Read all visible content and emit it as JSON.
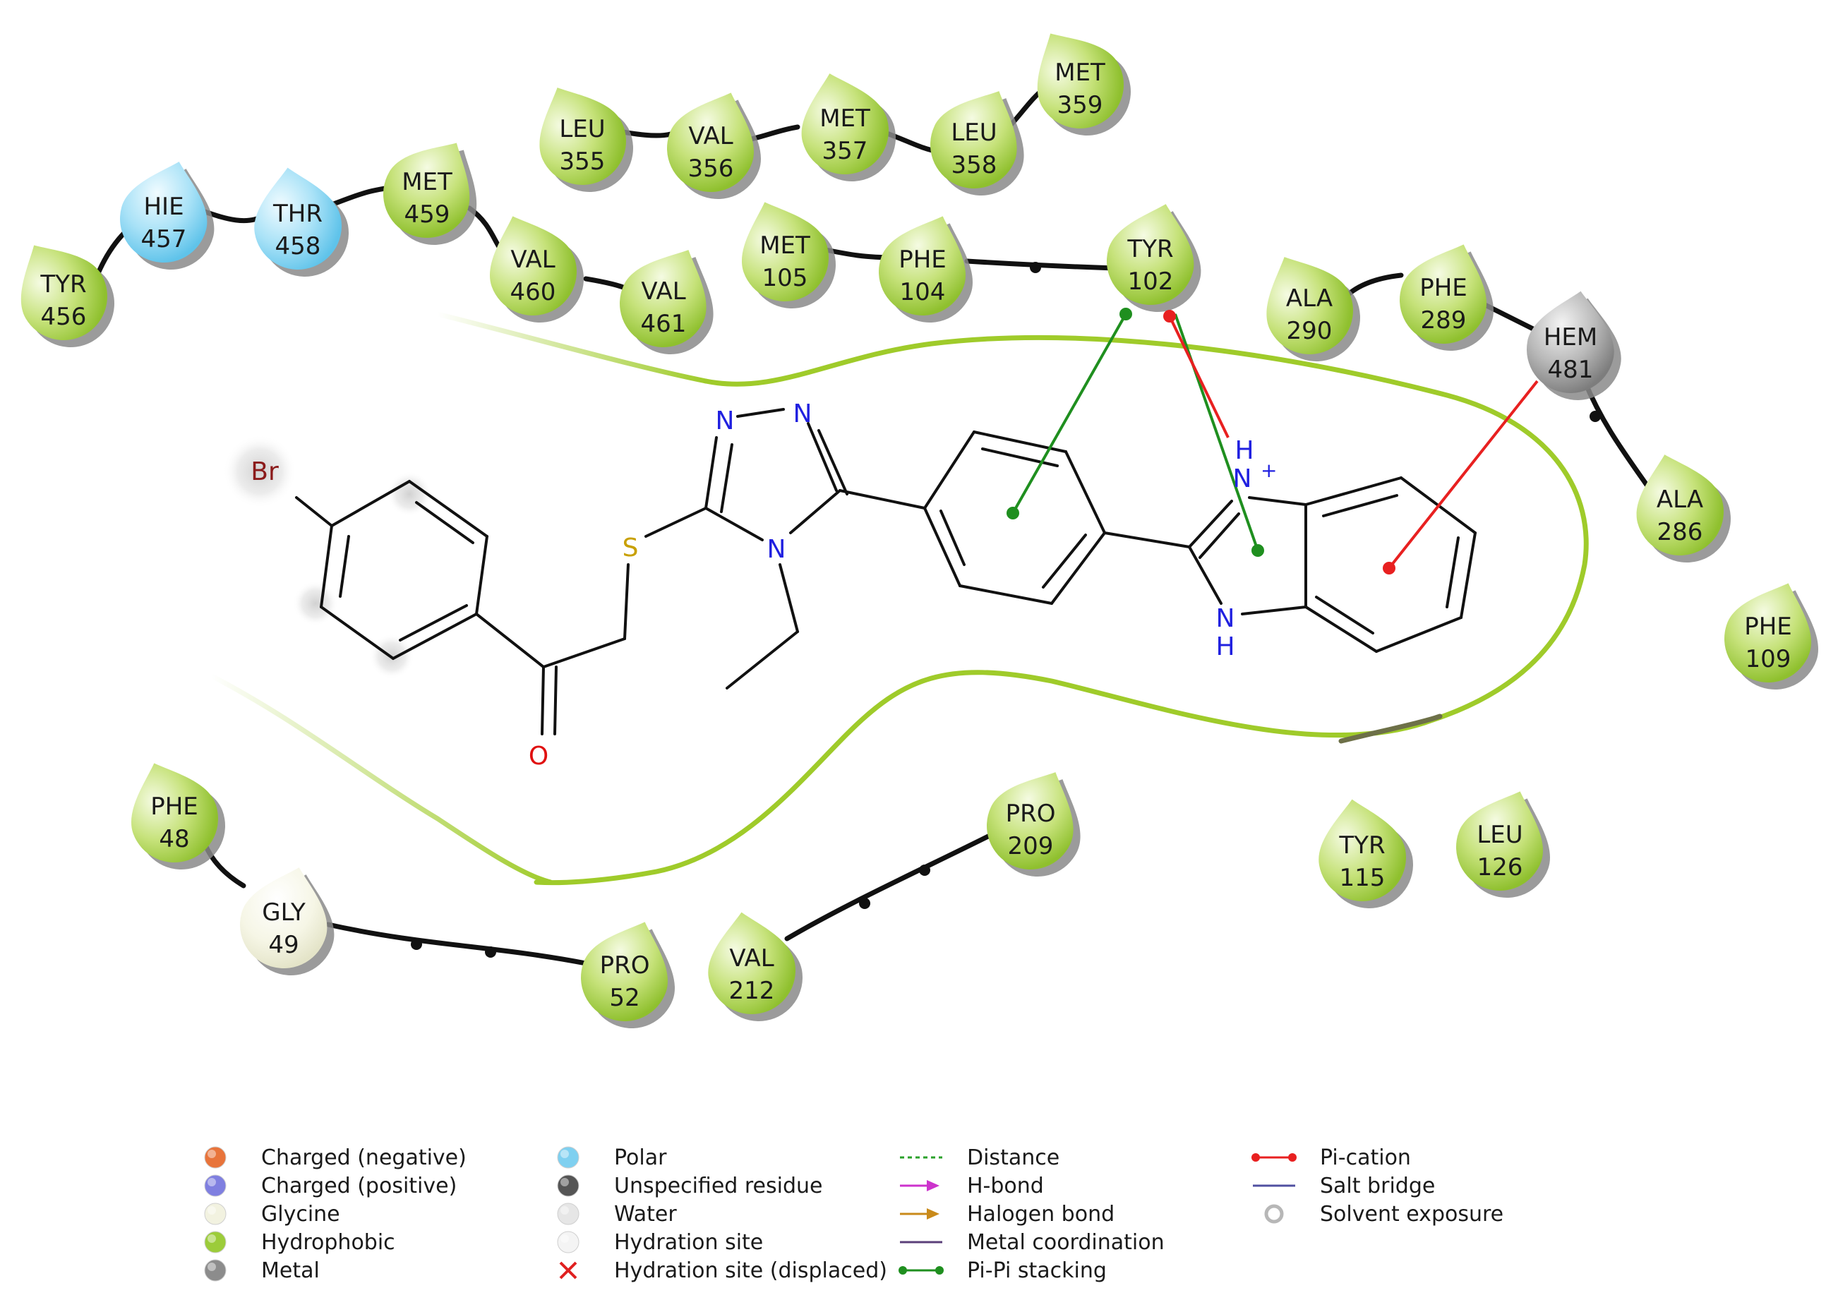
{
  "residues": [
    {
      "id": "tyr456",
      "name": "TYR",
      "num": "456",
      "type": "hydrophobic"
    },
    {
      "id": "hie457",
      "name": "HIE",
      "num": "457",
      "type": "polar"
    },
    {
      "id": "thr458",
      "name": "THR",
      "num": "458",
      "type": "polar"
    },
    {
      "id": "met459",
      "name": "MET",
      "num": "459",
      "type": "hydrophobic"
    },
    {
      "id": "val460",
      "name": "VAL",
      "num": "460",
      "type": "hydrophobic"
    },
    {
      "id": "val461",
      "name": "VAL",
      "num": "461",
      "type": "hydrophobic"
    },
    {
      "id": "leu355",
      "name": "LEU",
      "num": "355",
      "type": "hydrophobic"
    },
    {
      "id": "val356",
      "name": "VAL",
      "num": "356",
      "type": "hydrophobic"
    },
    {
      "id": "met357",
      "name": "MET",
      "num": "357",
      "type": "hydrophobic"
    },
    {
      "id": "leu358",
      "name": "LEU",
      "num": "358",
      "type": "hydrophobic"
    },
    {
      "id": "met359",
      "name": "MET",
      "num": "359",
      "type": "hydrophobic"
    },
    {
      "id": "met105",
      "name": "MET",
      "num": "105",
      "type": "hydrophobic"
    },
    {
      "id": "phe104",
      "name": "PHE",
      "num": "104",
      "type": "hydrophobic"
    },
    {
      "id": "tyr102",
      "name": "TYR",
      "num": "102",
      "type": "hydrophobic"
    },
    {
      "id": "ala290",
      "name": "ALA",
      "num": "290",
      "type": "hydrophobic"
    },
    {
      "id": "phe289",
      "name": "PHE",
      "num": "289",
      "type": "hydrophobic"
    },
    {
      "id": "hem481",
      "name": "HEM",
      "num": "481",
      "type": "unspecified"
    },
    {
      "id": "ala286",
      "name": "ALA",
      "num": "286",
      "type": "hydrophobic"
    },
    {
      "id": "phe109",
      "name": "PHE",
      "num": "109",
      "type": "hydrophobic"
    },
    {
      "id": "tyr115",
      "name": "TYR",
      "num": "115",
      "type": "hydrophobic"
    },
    {
      "id": "leu126",
      "name": "LEU",
      "num": "126",
      "type": "hydrophobic"
    },
    {
      "id": "phe48",
      "name": "PHE",
      "num": "48",
      "type": "hydrophobic"
    },
    {
      "id": "gly49",
      "name": "GLY",
      "num": "49",
      "type": "glycine"
    },
    {
      "id": "pro52",
      "name": "PRO",
      "num": "52",
      "type": "hydrophobic"
    },
    {
      "id": "val212",
      "name": "VAL",
      "num": "212",
      "type": "hydrophobic"
    },
    {
      "id": "pro209",
      "name": "PRO",
      "num": "209",
      "type": "hydrophobic"
    }
  ],
  "atoms": {
    "br": "Br",
    "s": "S",
    "o": "O",
    "n1": "N",
    "n2": "N",
    "n4": "N",
    "nh_top_h": "H",
    "nh_top_n": "N",
    "nh_top_charge": "+",
    "nh_bot_n": "N",
    "nh_bot_h": "H"
  },
  "legend": [
    [
      {
        "label": "Charged (negative)",
        "symbol": "dot",
        "color": "#e8743b"
      },
      {
        "label": "Charged (positive)",
        "symbol": "dot",
        "color": "#7f7fe0"
      },
      {
        "label": "Glycine",
        "symbol": "dot",
        "color": "#f2f2e0"
      },
      {
        "label": "Hydrophobic",
        "symbol": "dot",
        "color": "#9ccc3a"
      },
      {
        "label": "Metal",
        "symbol": "dot",
        "color": "#8c8c8c"
      }
    ],
    [
      {
        "label": "Polar",
        "symbol": "dot",
        "color": "#7fd0f0"
      },
      {
        "label": "Unspecified residue",
        "symbol": "dot",
        "color": "#555555"
      },
      {
        "label": "Water",
        "symbol": "dot",
        "color": "#e6e6e6"
      },
      {
        "label": "Hydration site",
        "symbol": "dot",
        "color": "#f4f4f4"
      },
      {
        "label": "Hydration site (displaced)",
        "symbol": "x",
        "color": "#e02020"
      }
    ],
    [
      {
        "label": "Distance",
        "symbol": "dashed",
        "color": "#2aa12a"
      },
      {
        "label": "H-bond",
        "symbol": "arrow",
        "color": "#cc33cc"
      },
      {
        "label": "Halogen bond",
        "symbol": "arrow",
        "color": "#c98a1a"
      },
      {
        "label": "Metal coordination",
        "symbol": "line",
        "color": "#5b3f7a"
      },
      {
        "label": "Pi-Pi stacking",
        "symbol": "dotline",
        "color": "#1f8f1f"
      }
    ],
    [
      {
        "label": "Pi-cation",
        "symbol": "dotline",
        "color": "#e82020"
      },
      {
        "label": "Salt bridge",
        "symbol": "line",
        "color": "#5050a0"
      },
      {
        "label": "Solvent exposure",
        "symbol": "ring",
        "color": "#999999"
      }
    ]
  ],
  "colors": {
    "hydrophobic": "#9ccc3a",
    "polar": "#7fd0f0",
    "glycine": "#f2f2e0",
    "unspecified": "#8c8c8c",
    "pocket": "#9fcb2a",
    "pipi": "#1f8f1f",
    "pication": "#e82020",
    "nitrogen": "#2020e0",
    "oxygen": "#e01010",
    "sulfur": "#c8a000",
    "bromine": "#8b1a1a"
  }
}
